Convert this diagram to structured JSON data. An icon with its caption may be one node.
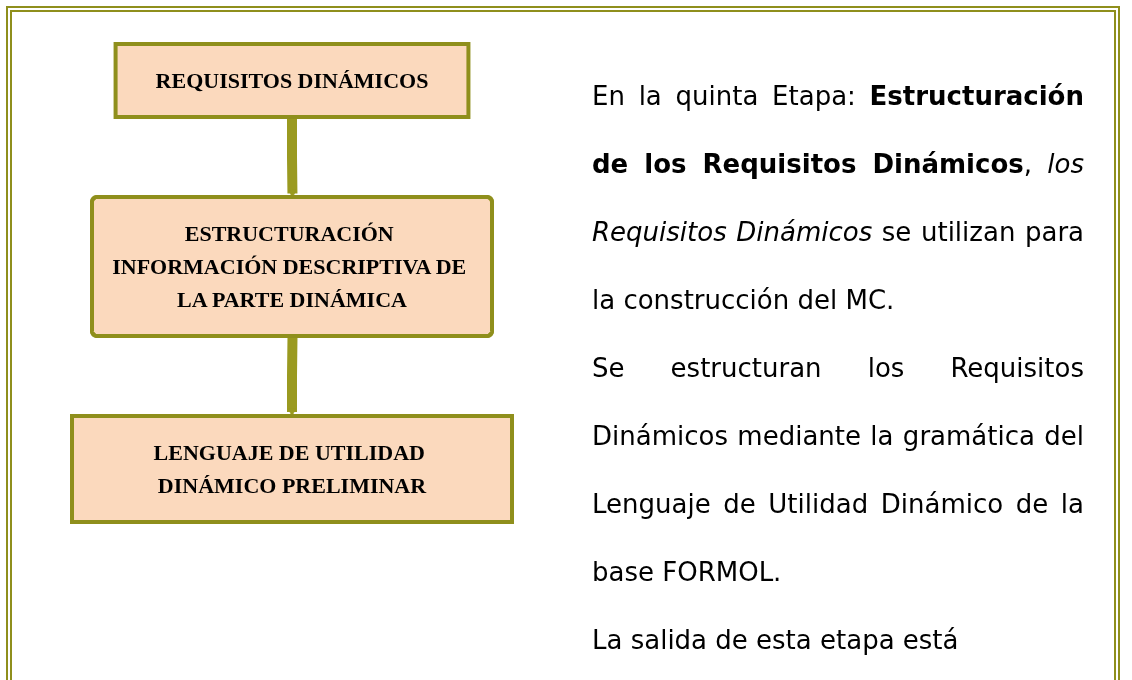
{
  "diagram": {
    "nodes": [
      {
        "text": [
          "REQUISITOS DINÁMICOS"
        ]
      },
      {
        "text": [
          "ESTRUCTURACIÓN INFORMACIÓN DESCRIPTIVA DE LA PARTE DINÁMICA"
        ]
      },
      {
        "text": [
          "LENGUAJE DE UTILIDAD DINÁMICO PRELIMINAR"
        ]
      }
    ],
    "edges": [
      {
        "from": 0,
        "to": 1,
        "arrow": "to"
      },
      {
        "from": 1,
        "to": 2,
        "arrow": "to"
      }
    ],
    "labels": [
      "En la quinta Etapa: **Estructuración de los Requisitos Dinámicos**, *los Requisitos Dinámicos* se utilizan para la construcción del MC.",
      "Se estructuran los Requisitos Dinámicos mediante la gramática del Lenguaje de Utilidad Dinámico de la base FORMOL.",
      "La salida de esta etapa está"
    ]
  }
}
